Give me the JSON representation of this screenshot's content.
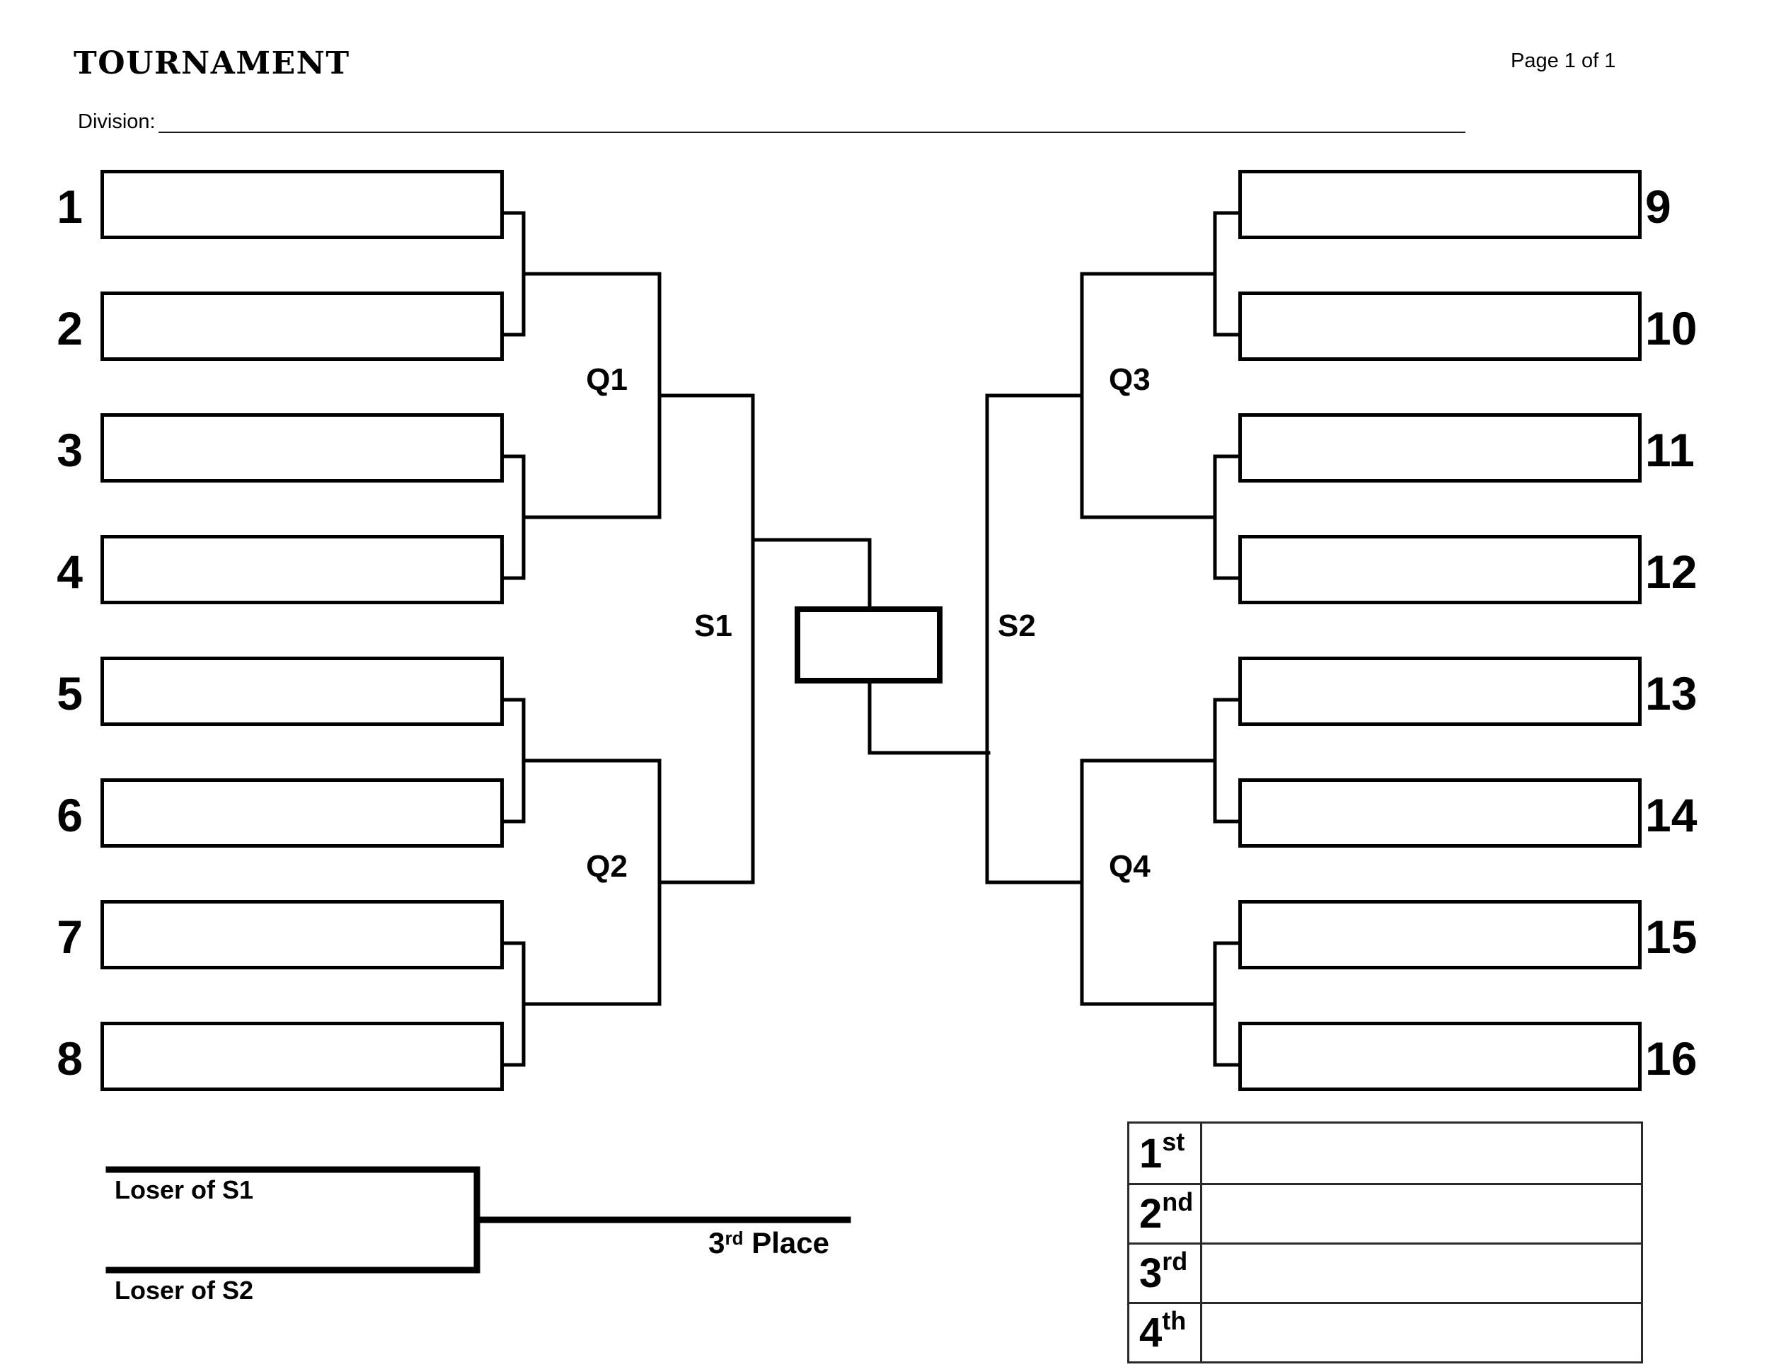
{
  "colors": {
    "ink": "#000000",
    "paper": "#ffffff"
  },
  "header": {
    "title": "TOURNAMENT",
    "page_label": "Page 1 of 1",
    "division_label": "Division:",
    "division_value": ""
  },
  "bracket": {
    "left_seeds": [
      "1",
      "2",
      "3",
      "4",
      "5",
      "6",
      "7",
      "8"
    ],
    "right_seeds": [
      "9",
      "10",
      "11",
      "12",
      "13",
      "14",
      "15",
      "16"
    ],
    "labels": {
      "q1": "Q1",
      "q2": "Q2",
      "q3": "Q3",
      "q4": "Q4",
      "s1": "S1",
      "s2": "S2"
    },
    "entries": {
      "left": [
        "",
        "",
        "",
        "",
        "",
        "",
        "",
        ""
      ],
      "right": [
        "",
        "",
        "",
        "",
        "",
        "",
        "",
        ""
      ],
      "final": ""
    }
  },
  "third_place": {
    "loser_of_s1": "Loser of S1",
    "loser_of_s2": "Loser of S2",
    "place_number": "3",
    "place_suffix": "rd",
    "place_word": "Place"
  },
  "results": {
    "rows": [
      {
        "rank": "1",
        "suffix": "st",
        "name": ""
      },
      {
        "rank": "2",
        "suffix": "nd",
        "name": ""
      },
      {
        "rank": "3",
        "suffix": "rd",
        "name": ""
      },
      {
        "rank": "4",
        "suffix": "th",
        "name": ""
      }
    ]
  }
}
